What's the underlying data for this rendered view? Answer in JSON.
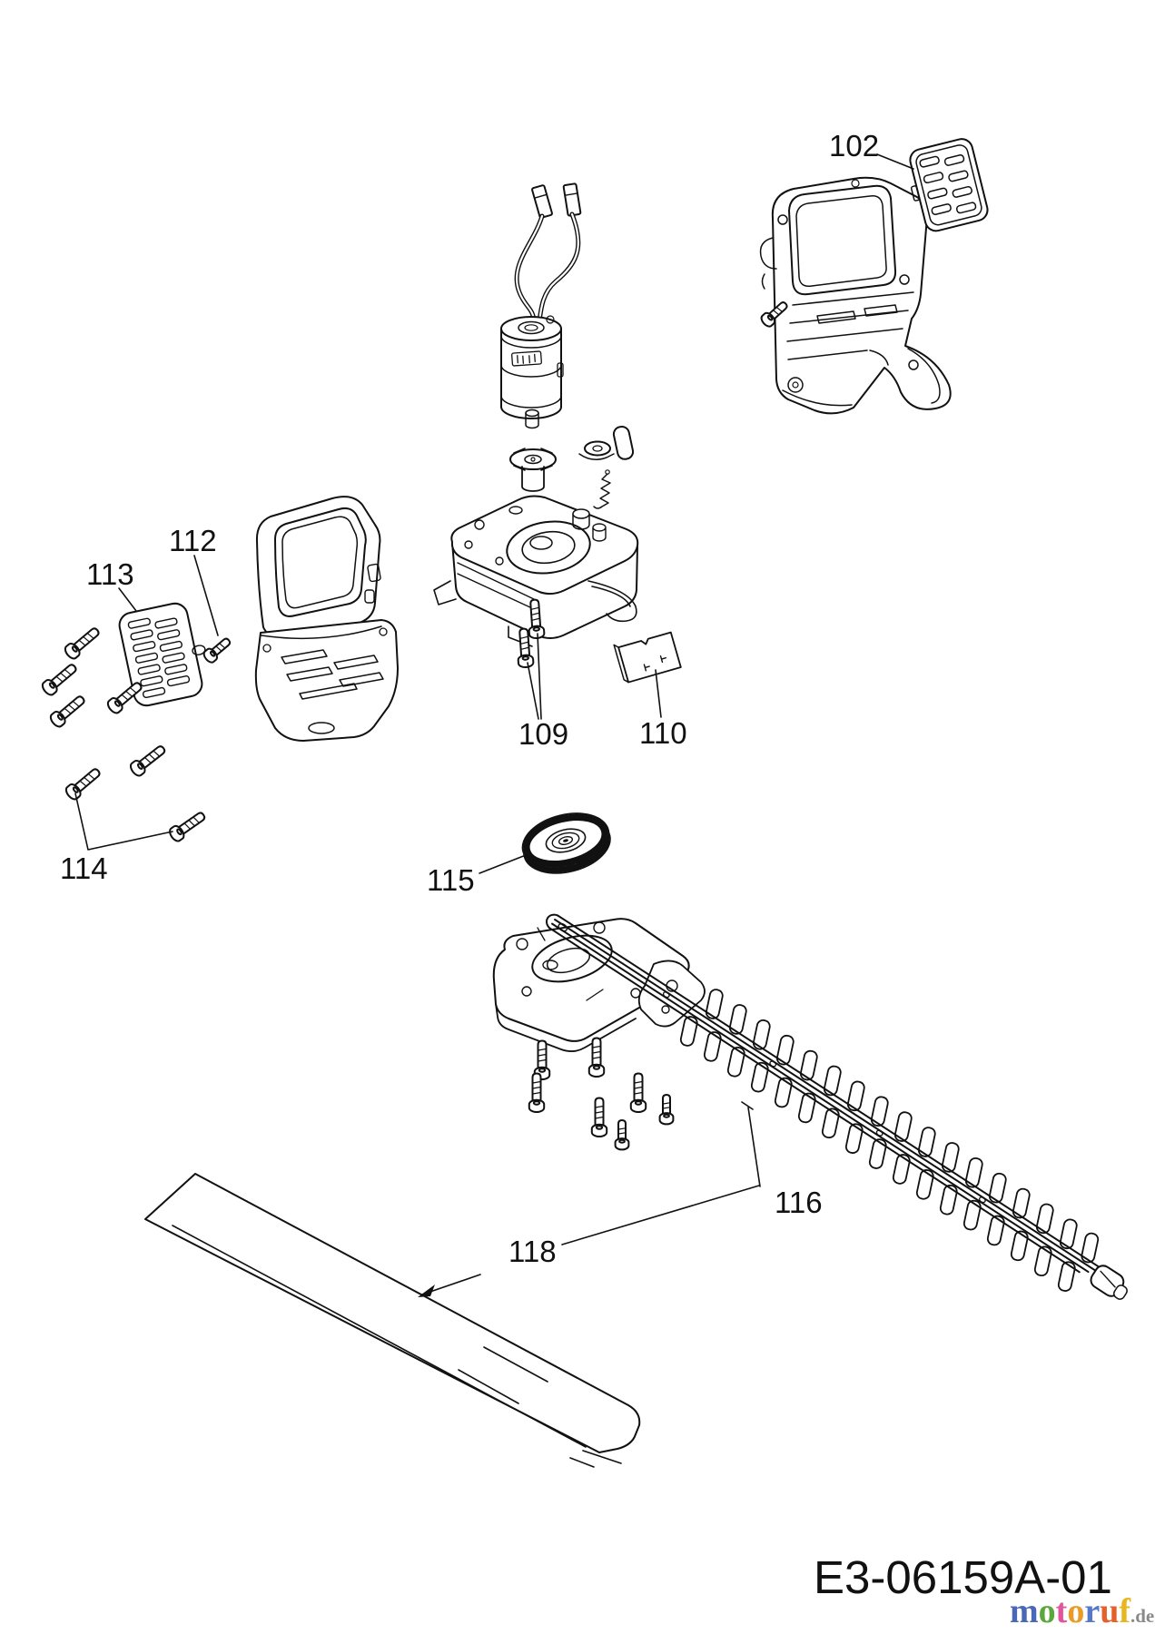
{
  "diagram": {
    "callouts": [
      {
        "number": "102"
      },
      {
        "number": "109"
      },
      {
        "number": "110"
      },
      {
        "number": "112"
      },
      {
        "number": "113"
      },
      {
        "number": "114"
      },
      {
        "number": "115"
      },
      {
        "number": "116"
      },
      {
        "number": "118"
      }
    ],
    "drawing_code": "E3-06159A-01"
  },
  "watermark": {
    "letters": [
      {
        "char": "m",
        "color": "#4a68b8"
      },
      {
        "char": "o",
        "color": "#58a83c"
      },
      {
        "char": "t",
        "color": "#e0559c"
      },
      {
        "char": "o",
        "color": "#e89b28"
      },
      {
        "char": "r",
        "color": "#5577cc"
      },
      {
        "char": "u",
        "color": "#e2622a"
      },
      {
        "char": "f",
        "color": "#e8b71e"
      }
    ],
    "suffix": ".de",
    "suffix_color": "#8a8a8a"
  },
  "canvas": {
    "background": "#ffffff",
    "line_color": "#111111"
  }
}
